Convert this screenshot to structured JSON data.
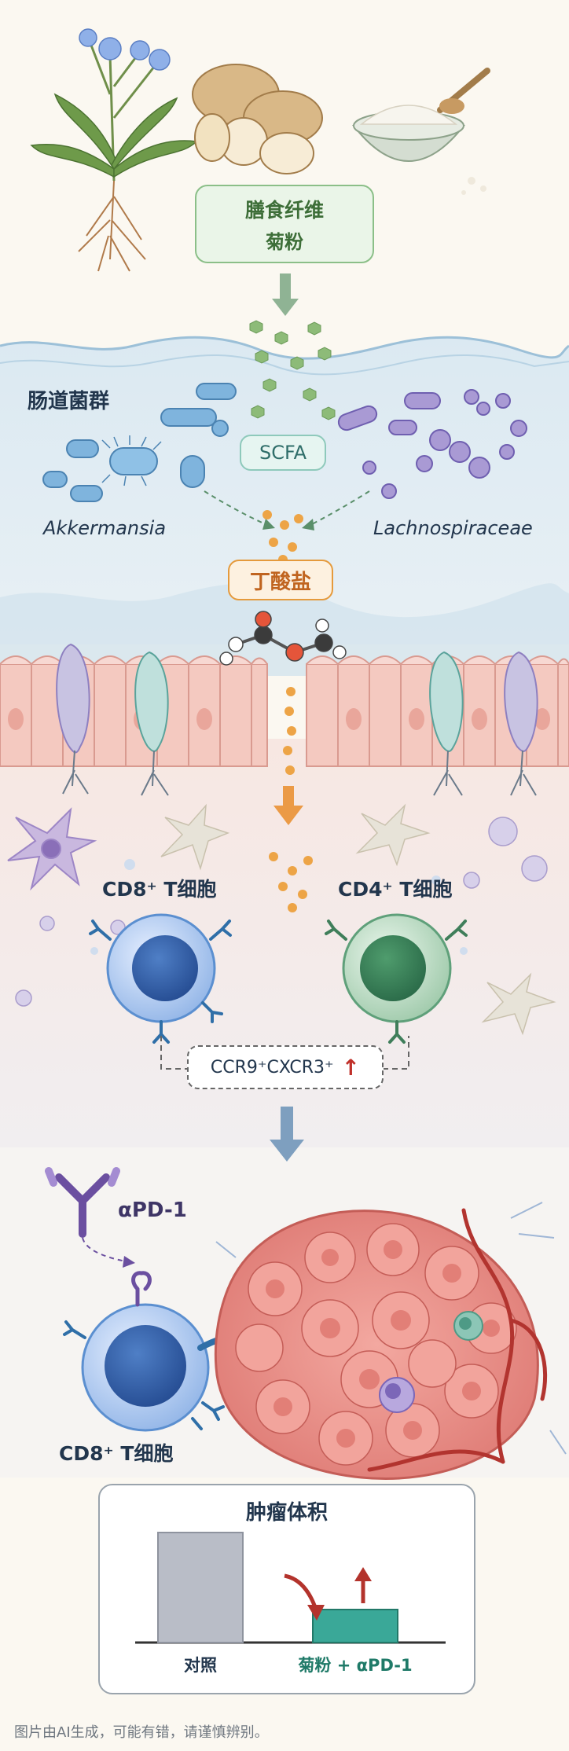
{
  "sources": {
    "fiber_title": "膳食纤维",
    "fiber_subtitle": "菊粉"
  },
  "gut": {
    "title": "肠道菌群",
    "scfa_label": "SCFA",
    "bacteria_left": "Akkermansia",
    "bacteria_right": "Lachnospiraceae",
    "butyrate_label": "丁酸盐"
  },
  "tcells": {
    "cd8_label": "CD8⁺ T细胞",
    "cd4_label": "CD4⁺ T细胞",
    "phenotype_label": "CCR9⁺CXCR3⁺"
  },
  "therapy": {
    "antibody_label": "αPD-1",
    "effector_label": "CD8⁺ T细胞"
  },
  "chart_data": {
    "type": "bar",
    "title": "肿瘤体积",
    "categories": [
      "对照",
      "菊粉 + αPD-1"
    ],
    "values": [
      100,
      30
    ],
    "colors": [
      "#b9bdc7",
      "#3aa898"
    ]
  },
  "footer": {
    "disclaimer": "图片由AI生成，可能有错，请谨慎辨别。"
  },
  "colors": {
    "background": "#fbf8f1",
    "label_green_fill": "#eaf5e8",
    "label_green_border": "#8bbf88",
    "scfa_fill": "#e6f5f1",
    "butyrate_fill": "#fdf1e0",
    "butyrate_border": "#e59a3c",
    "butyrate_text": "#c0641f",
    "cd8_blue": "#5b8fd0",
    "cd4_green": "#5fa07a",
    "up_arrow_red": "#c0302a",
    "tumor_red": "#e58b84"
  }
}
